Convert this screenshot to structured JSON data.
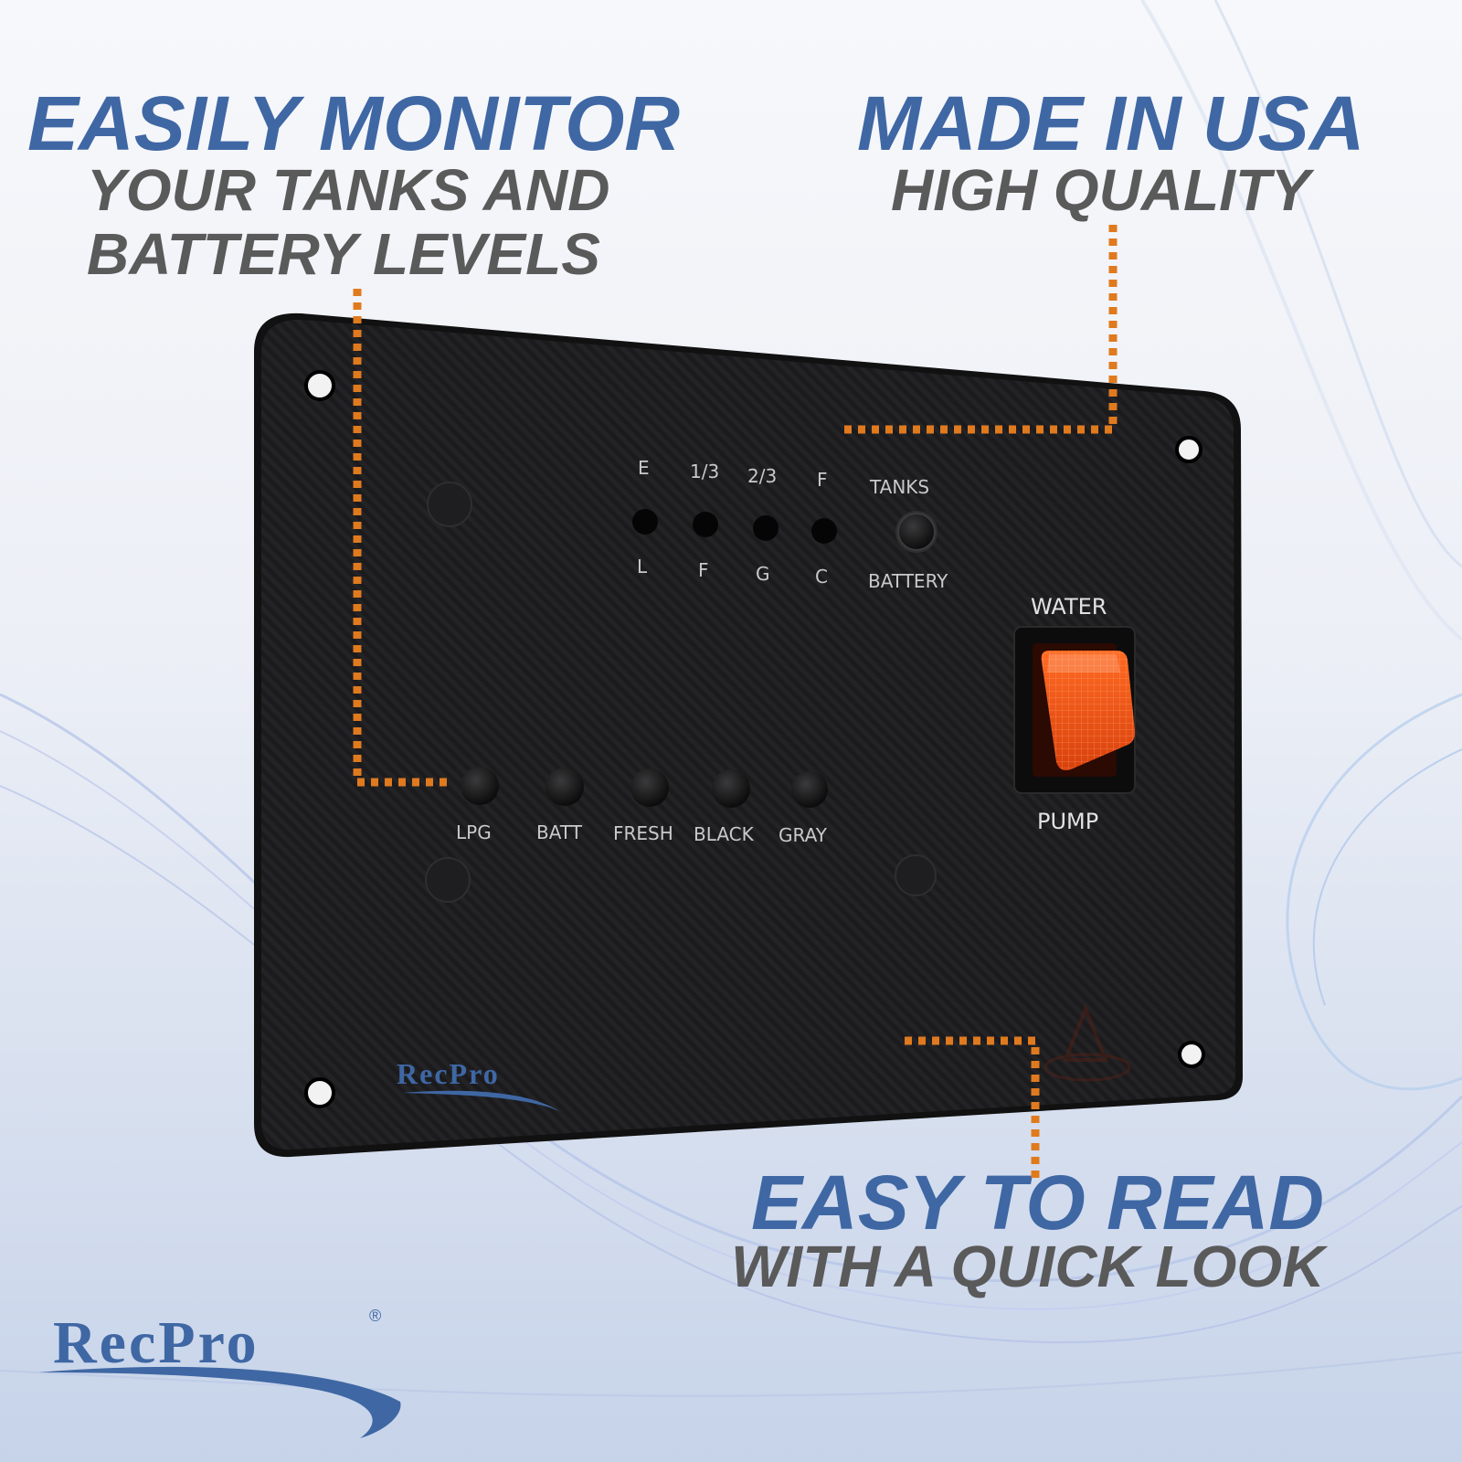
{
  "headlines": {
    "monitor": {
      "title": "EASILY MONITOR",
      "line1": "YOUR TANKS AND",
      "line2": "BATTERY LEVELS"
    },
    "usa": {
      "title": "MADE IN USA",
      "subtitle": "HIGH QUALITY"
    },
    "read": {
      "title": "EASY TO READ",
      "subtitle": "WITH A QUICK LOOK"
    }
  },
  "panel": {
    "level_labels_top": [
      "E",
      "1/3",
      "2/3",
      "F"
    ],
    "level_labels_bottom": [
      "L",
      "F",
      "G",
      "C"
    ],
    "mode_button": {
      "top": "TANKS",
      "bottom": "BATTERY"
    },
    "tank_buttons": [
      "LPG",
      "BATT",
      "FRESH",
      "BLACK",
      "GRAY"
    ],
    "switch": {
      "top": "WATER",
      "bottom": "PUMP"
    },
    "panel_logo": "RecPro"
  },
  "brand": {
    "logo": "RecPro",
    "registered": "®"
  },
  "colors": {
    "brand_blue": "#3f67a4",
    "callout_orange": "#e07a1e",
    "switch_orange": "#ff5a10"
  }
}
